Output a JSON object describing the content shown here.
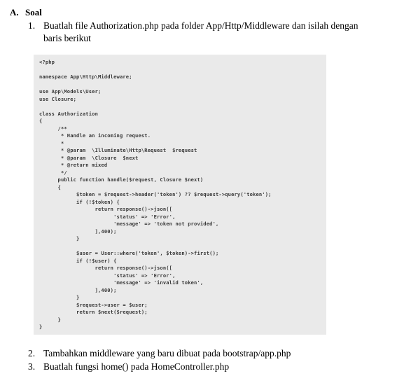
{
  "section": {
    "letter": "A.",
    "title": "Soal"
  },
  "items": [
    {
      "num": "1.",
      "text": "Buatlah file Authorization.php pada folder App/Http/Middleware dan isilah dengan baris berikut"
    },
    {
      "num": "2.",
      "text": "Tambahkan middleware yang baru dibuat pada bootstrap/app.php"
    },
    {
      "num": "3.",
      "text": "Buatlah fungsi home() pada HomeController.php"
    }
  ],
  "code": "<?php\n\nnamespace App\\Http\\Middleware;\n\nuse App\\Models\\User;\nuse Closure;\n\nclass Authorization\n{\n      /**\n       * Handle an incoming request.\n       *\n       * @param  \\Illuminate\\Http\\Request  $request\n       * @param  \\Closure  $next\n       * @return mixed\n       */\n      public function handle($request, Closure $next)\n      {\n            $token = $request->header('token') ?? $request->query('token');\n            if (!$token) {\n                  return response()->json([\n                        'status' => 'Error',\n                        'message' => 'token not provided',\n                  ],400);\n            }\n\n            $user = User::where('token', $token)->first();\n            if (!$user) {\n                  return response()->json([\n                        'status' => 'Error',\n                        'message' => 'invalid token',\n                  ],400);\n            }\n            $request->user = $user;\n            return $next($request);\n      }\n}"
}
